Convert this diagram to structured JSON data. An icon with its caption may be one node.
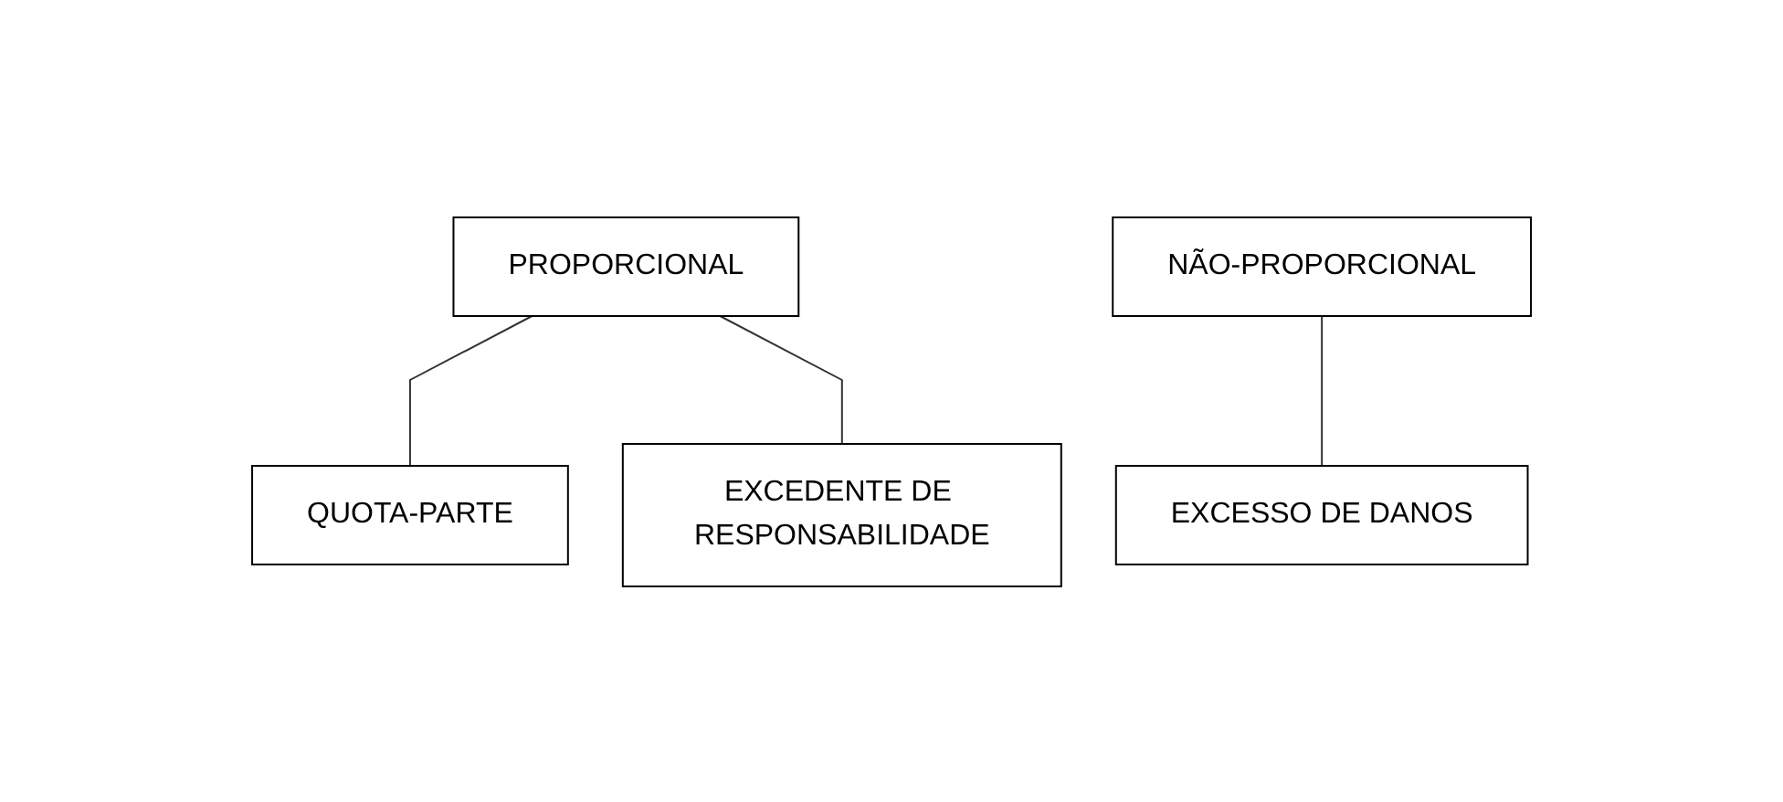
{
  "diagram": {
    "nodes": [
      {
        "text": [
          "PROPORCIONAL"
        ]
      },
      {
        "text": [
          "NÃO-PROPORCIONAL"
        ]
      },
      {
        "text": [
          "QUOTA-PARTE"
        ]
      },
      {
        "text": [
          "EXCEDENTE DE RESPONSABILIDADE"
        ]
      },
      {
        "text": [
          "EXCESSO DE DANOS"
        ]
      }
    ],
    "edges": [
      {
        "from": 0,
        "to": 2,
        "arrow": "none"
      },
      {
        "from": 0,
        "to": 3,
        "arrow": "none"
      },
      {
        "from": 1,
        "to": 4,
        "arrow": "none"
      }
    ]
  }
}
